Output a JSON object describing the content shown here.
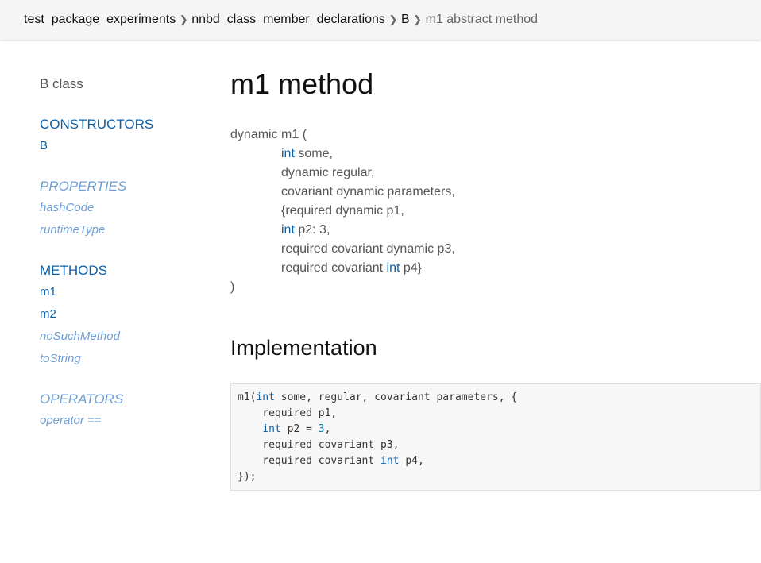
{
  "breadcrumb": {
    "items": [
      "test_package_experiments",
      "nnbd_class_member_declarations",
      "B"
    ],
    "current": "m1 abstract method"
  },
  "sidebar": {
    "title": "B class",
    "constructors": {
      "heading": "CONSTRUCTORS",
      "items": [
        "B"
      ]
    },
    "properties": {
      "heading": "PROPERTIES",
      "items": [
        "hashCode",
        "runtimeType"
      ]
    },
    "methods": {
      "heading": "METHODS",
      "items": [
        "m1",
        "m2",
        "noSuchMethod",
        "toString"
      ]
    },
    "operators": {
      "heading": "OPERATORS",
      "items": [
        "operator =="
      ]
    }
  },
  "main": {
    "title": "m1 method",
    "signature": {
      "open": "dynamic m1 (",
      "lines": [
        {
          "type": "int",
          "rest": " some,"
        },
        {
          "type": "",
          "rest": "dynamic regular,"
        },
        {
          "type": "",
          "rest": "covariant dynamic parameters,"
        },
        {
          "type": "",
          "rest": "{required dynamic p1,"
        },
        {
          "type": "int",
          "rest": " p2: 3,"
        },
        {
          "type": "",
          "rest": "required covariant dynamic p3,"
        },
        {
          "prefix": "required covariant ",
          "type": "int",
          "rest": " p4}"
        }
      ],
      "close": ")"
    },
    "implementation_title": "Implementation",
    "code": {
      "l1_a": "m1(",
      "l1_kw": "int",
      "l1_b": " some, regular, covariant parameters, {",
      "l2": "    required p1,",
      "l3_a": "    ",
      "l3_kw": "int",
      "l3_b": " p2 = ",
      "l3_num": "3",
      "l3_c": ",",
      "l4": "    required covariant p3,",
      "l5_a": "    required covariant ",
      "l5_kw": "int",
      "l5_b": " p4,",
      "l6": "});"
    }
  },
  "colors": {
    "link": "#0c5fa6",
    "inherited_link": "#6f9ed3",
    "header_bg": "#f5f5f5",
    "code_bg": "#f7f7f7"
  }
}
